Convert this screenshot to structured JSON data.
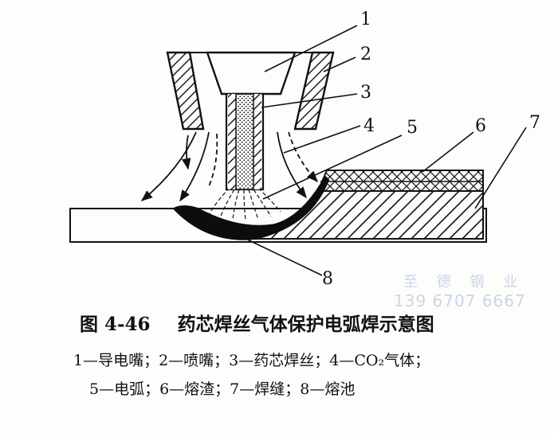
{
  "figure": {
    "number": "图 4-46",
    "title": "药芯焊丝气体保护电弧焊示意图"
  },
  "callouts": [
    "1",
    "2",
    "3",
    "4",
    "5",
    "6",
    "7",
    "8"
  ],
  "legend": {
    "line1": "1—导电嘴；2—喷嘴；3—药芯焊丝；4—CO₂气体；",
    "line2": "5—电弧；6—熔渣；7—焊缝；8—熔池"
  },
  "watermark": {
    "name": "至 德 钢 业",
    "phone": "139 6707 6667"
  }
}
